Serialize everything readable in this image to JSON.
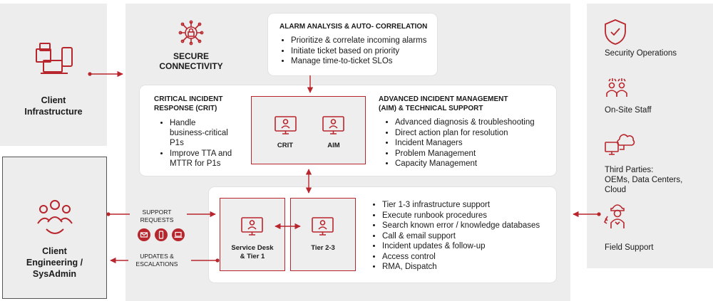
{
  "colors": {
    "accent": "#b8262d",
    "panel": "#ededed",
    "card": "#ffffff"
  },
  "client_infrastructure": {
    "icon": "devices-icon",
    "label_line1": "Client",
    "label_line2": "Infrastructure"
  },
  "client_engineering": {
    "icon": "team-icon",
    "label_line1": "Client",
    "label_line2": "Engineering /",
    "label_line3": "SysAdmin"
  },
  "secure_connectivity": {
    "icon": "network-lock-icon",
    "label_line1": "SECURE",
    "label_line2": "CONNECTIVITY"
  },
  "alarm": {
    "title": "ALARM ANALYSIS & AUTO- CORRELATION",
    "items": [
      "Prioritize & correlate incoming alarms",
      "Initiate ticket based on priority",
      "Manage time-to-ticket SLOs"
    ]
  },
  "crit": {
    "title_line1": "CRITICAL INCIDENT",
    "title_line2": "RESPONSE (CRIT)",
    "items": [
      {
        "line1": "Handle",
        "line2": "business-critical",
        "line3": "P1s"
      },
      {
        "line1": "Improve TTA and",
        "line2": "MTTR for P1s"
      }
    ]
  },
  "center_box": {
    "left_label": "CRIT",
    "right_label": "AIM"
  },
  "aim": {
    "title_line1": "ADVANCED INCIDENT MANAGEMENT",
    "title_line2": "(AIM) & TECHNICAL SUPPORT",
    "items": [
      "Advanced diagnosis & troubleshooting",
      "Direct action plan for resolution",
      "Incident Managers",
      "Problem Management",
      "Capacity Management"
    ]
  },
  "support_requests": {
    "line1": "SUPPORT",
    "line2": "REQUESTS",
    "icons": [
      "email-icon",
      "phone-icon",
      "laptop-icon"
    ]
  },
  "updates": {
    "line1": "UPDATES &",
    "line2": "ESCALATIONS"
  },
  "service_desk": {
    "line1": "Service Desk",
    "line2": "& Tier 1"
  },
  "tier23": {
    "label": "Tier 2-3"
  },
  "tier_items": [
    "Tier 1-3 infrastructure support",
    "Execute runbook procedures",
    "Search known error / knowledge databases",
    "Call & email support",
    "Incident updates & follow-up",
    "Access control",
    "RMA, Dispatch"
  ],
  "right_panel": {
    "security": {
      "icon": "shield-icon",
      "label": "Security Operations"
    },
    "onsite": {
      "icon": "staff-icon",
      "label": "On-Site Staff"
    },
    "third": {
      "icon": "cloud-computer-icon",
      "line1": "Third Parties:",
      "line2": "OEMs, Data Centers,",
      "line3": "Cloud"
    },
    "field": {
      "icon": "field-worker-icon",
      "label": "Field Support"
    }
  }
}
